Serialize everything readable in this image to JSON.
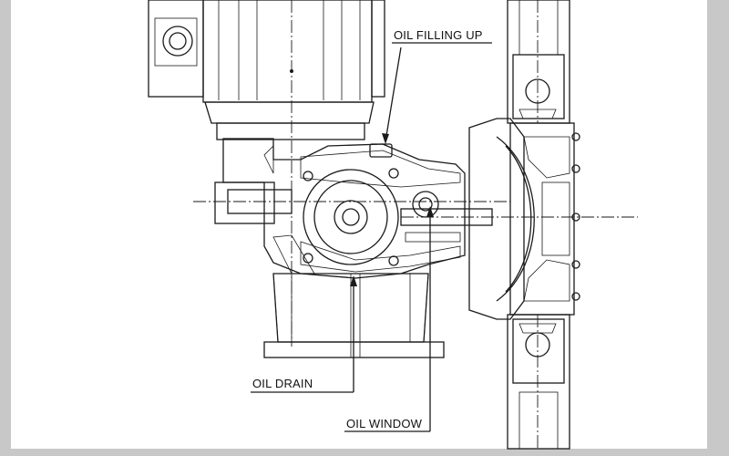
{
  "labels": {
    "oil_filling_up": "OIL FILLING UP",
    "oil_drain": "OIL DRAIN",
    "oil_window": "OIL WINDOW"
  },
  "colors": {
    "background": "#c8c8c8",
    "frame": "#ffffff",
    "line": "#1a1a1a",
    "body_fill": "#e6e6e6",
    "shade": "#9a9a9a",
    "dark_shade": "#6e6e6e"
  }
}
